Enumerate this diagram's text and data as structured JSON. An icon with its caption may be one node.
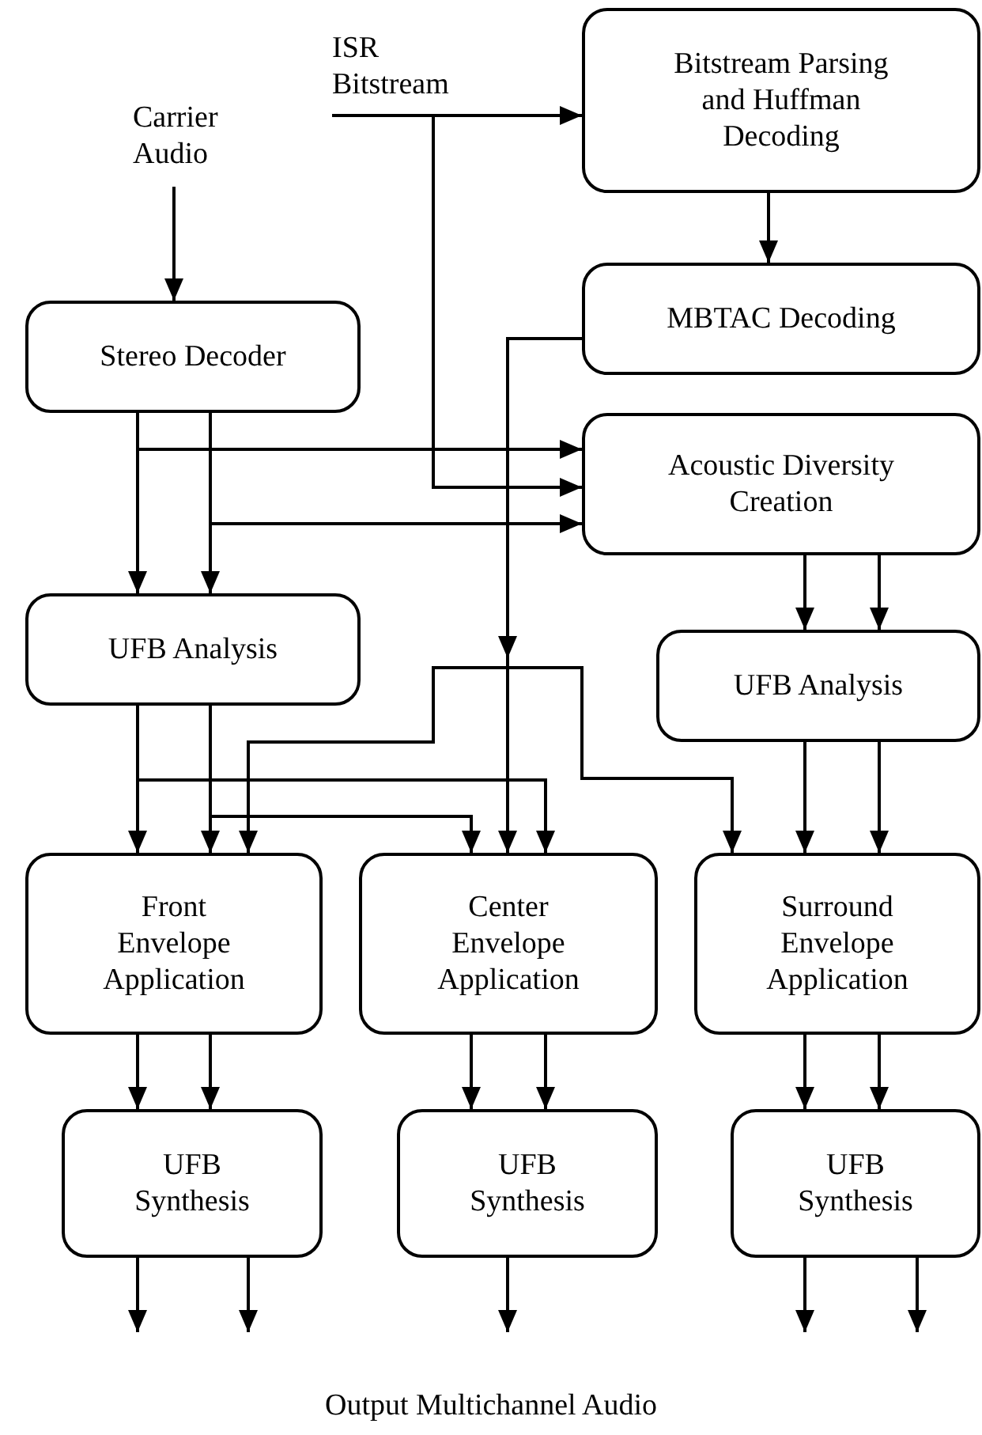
{
  "diagram": {
    "nodes": [
      {
        "text": [
          "Carrier Audio"
        ]
      },
      {
        "text": [
          "ISR Bitstream"
        ]
      },
      {
        "text": [
          "Bitstream Parsing and Huffman Decoding"
        ]
      },
      {
        "text": [
          "MBTAC Decoding"
        ]
      },
      {
        "text": [
          "Stereo Decoder"
        ]
      },
      {
        "text": [
          "Acoustic Diversity Creation"
        ]
      },
      {
        "text": [
          "UFB Analysis"
        ]
      },
      {
        "text": [
          "UFB Analysis"
        ]
      },
      {
        "text": [
          "Front Envelope Application"
        ]
      },
      {
        "text": [
          "Center Envelope Application"
        ]
      },
      {
        "text": [
          "Surround Envelope Application"
        ]
      },
      {
        "text": [
          "UFB Synthesis"
        ]
      },
      {
        "text": [
          "UFB Synthesis"
        ]
      },
      {
        "text": [
          "UFB Synthesis"
        ]
      }
    ],
    "edges": [
      {
        "from": 0,
        "to": 4,
        "arrow": "to"
      },
      {
        "from": 1,
        "to": 2,
        "arrow": "to"
      },
      {
        "from": 1,
        "to": 5,
        "arrow": "to"
      },
      {
        "from": 2,
        "to": 3,
        "arrow": "to"
      },
      {
        "from": 4,
        "to": 5,
        "arrow": "to"
      },
      {
        "from": 4,
        "to": 5,
        "arrow": "to"
      },
      {
        "from": 4,
        "to": 6,
        "arrow": "to"
      },
      {
        "from": 4,
        "to": 6,
        "arrow": "to"
      },
      {
        "from": 3,
        "to": 8,
        "arrow": "to"
      },
      {
        "from": 3,
        "to": 9,
        "arrow": "to"
      },
      {
        "from": 3,
        "to": 10,
        "arrow": "to"
      },
      {
        "from": 5,
        "to": 7,
        "arrow": "to"
      },
      {
        "from": 5,
        "to": 7,
        "arrow": "to"
      },
      {
        "from": 6,
        "to": 8,
        "arrow": "to"
      },
      {
        "from": 6,
        "to": 8,
        "arrow": "to"
      },
      {
        "from": 6,
        "to": 9,
        "arrow": "to"
      },
      {
        "from": 6,
        "to": 9,
        "arrow": "to"
      },
      {
        "from": 7,
        "to": 10,
        "arrow": "to"
      },
      {
        "from": 7,
        "to": 10,
        "arrow": "to"
      },
      {
        "from": 8,
        "to": 11,
        "arrow": "to"
      },
      {
        "from": 8,
        "to": 11,
        "arrow": "to"
      },
      {
        "from": 9,
        "to": 12,
        "arrow": "to"
      },
      {
        "from": 9,
        "to": 12,
        "arrow": "to"
      },
      {
        "from": 10,
        "to": 13,
        "arrow": "to"
      },
      {
        "from": 10,
        "to": 13,
        "arrow": "to"
      },
      {
        "from": 11,
        "to": null,
        "arrow": "to"
      },
      {
        "from": 11,
        "to": null,
        "arrow": "to"
      },
      {
        "from": 12,
        "to": null,
        "arrow": "to"
      },
      {
        "from": 13,
        "to": null,
        "arrow": "to"
      },
      {
        "from": 13,
        "to": null,
        "arrow": "to"
      }
    ],
    "labels": [
      "Output Multichannel Audio"
    ]
  }
}
